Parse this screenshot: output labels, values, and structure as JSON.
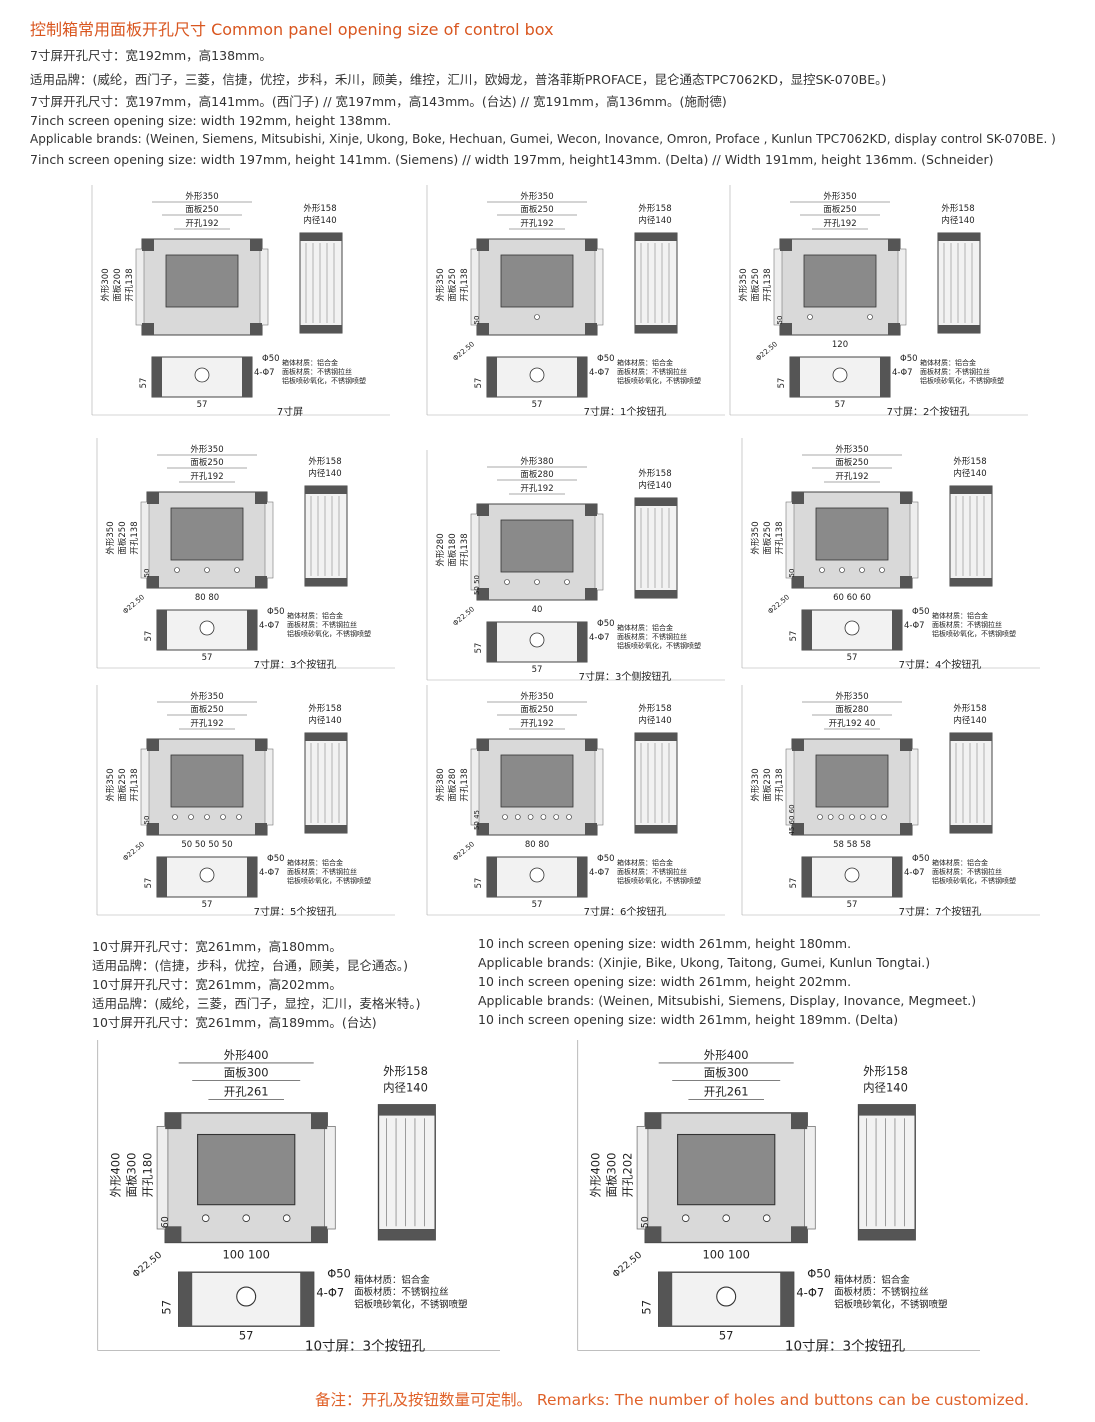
{
  "title": "控制箱常用面板开孔尺寸 Common panel opening size of control box",
  "intro_lines": [
    "7寸屏开孔尺寸：宽192mm，高138mm。",
    "适用品牌：(威纶，西门子，三菱，信捷，优控，步科，禾川，顾美，维控，汇川，欧姆龙，普洛菲斯PROFACE，昆仑通态TPC7062KD，显控SK-070BE。)",
    "7寸屏开孔尺寸：宽197mm，高141mm。(西门子) // 宽197mm，高143mm。(台达) // 宽191mm，高136mm。(施耐德)",
    "7inch screen opening size: width 192mm, height 138mm.",
    "Applicable brands: (Weinen, Siemens, Mitsubishi, Xinje, Ukong, Boke, Hechuan, Gumei, Wecon, Inovance, Omron, Proface , Kunlun TPC7062KD, display control SK-070BE. )",
    "7inch screen opening size: width 197mm, height 141mm. (Siemens) // width 197mm, height143mm. (Delta) // Width 191mm, height 136mm. (Schneider)"
  ],
  "cn10_lines": [
    "10寸屏开孔尺寸：宽261mm，高180mm。",
    "适用品牌：(信捷，步科，优控，台通，顾美，昆仑通态。)",
    "10寸屏开孔尺寸：宽261mm，高202mm。",
    "适用品牌：(威纶，三菱，西门子，显控，汇川，麦格米特。)",
    "10寸屏开孔尺寸：宽261mm，高189mm。(台达)"
  ],
  "en10_lines": [
    "10 inch screen opening size: width 261mm, height 180mm.",
    "Applicable brands: (Xinjie, Bike, Ukong, Taitong, Gumei, Kunlun Tongtai.)",
    "10 inch screen opening size: width 261mm, height 202mm.",
    "Applicable brands: (Weinen, Mitsubishi, Siemens, Display, Inovance, Megmeet.)",
    "10 inch screen opening size: width 261mm, height 189mm. (Delta)"
  ],
  "remark": "备注：开孔及按钮数量可定制。 Remarks: The number of holes and buttons can be customized.",
  "material_lines": [
    "箱体材质：铝合金",
    "面板材质：不锈钢拉丝",
    "铝板喷砂氧化，不锈钢喷塑"
  ],
  "figures": [
    {
      "caption": "7寸屏",
      "outer_w": "外形350",
      "panel_w": "面板250",
      "hole_w": "开孔192",
      "outer_h": "外形300",
      "panel_h": "面板200",
      "hole_h": "开孔138",
      "side_outer": "外形158",
      "side_inner": "内径140",
      "bottom_dims": "",
      "extra_dim": "",
      "phi": "Φ50",
      "screw": "4-Φ7",
      "bot_h": "57",
      "bot_w": "57",
      "phi_btn": "",
      "buttons": 0
    },
    {
      "caption": "7寸屏：1个按钮孔",
      "outer_w": "外形350",
      "panel_w": "面板250",
      "hole_w": "开孔192",
      "outer_h": "外形350",
      "panel_h": "面板250",
      "hole_h": "开孔138",
      "side_outer": "外形158",
      "side_inner": "内径140",
      "bottom_dims": "",
      "extra_dim": "50",
      "phi": "Φ50",
      "screw": "4-Φ7",
      "bot_h": "57",
      "bot_w": "57",
      "phi_btn": "Φ22.50",
      "buttons": 1
    },
    {
      "caption": "7寸屏：2个按钮孔",
      "outer_w": "外形350",
      "panel_w": "面板250",
      "hole_w": "开孔192",
      "outer_h": "外形350",
      "panel_h": "面板250",
      "hole_h": "开孔138",
      "side_outer": "外形158",
      "side_inner": "内径140",
      "bottom_dims": "120",
      "extra_dim": "50",
      "phi": "Φ50",
      "screw": "4-Φ7",
      "bot_h": "57",
      "bot_w": "57",
      "phi_btn": "Φ22.50",
      "buttons": 2
    },
    {
      "caption": "7寸屏：3个按钮孔",
      "outer_w": "外形350",
      "panel_w": "面板250",
      "hole_w": "开孔192",
      "outer_h": "外形350",
      "panel_h": "面板250",
      "hole_h": "开孔138",
      "side_outer": "外形158",
      "side_inner": "内径140",
      "bottom_dims": "80  80",
      "extra_dim": "50",
      "phi": "Φ50",
      "screw": "4-Φ7",
      "bot_h": "57",
      "bot_w": "57",
      "phi_btn": "Φ22.50",
      "buttons": 3
    },
    {
      "caption": "7寸屏：3个侧按钮孔",
      "outer_w": "外形380",
      "panel_w": "面板280",
      "hole_w": "开孔192",
      "outer_h": "外形280",
      "panel_h": "面板180",
      "hole_h": "开孔138",
      "side_outer": "外形158",
      "side_inner": "内径140",
      "bottom_dims": "40",
      "extra_dim": "50  50",
      "phi": "Φ50",
      "screw": "4-Φ7",
      "bot_h": "57",
      "bot_w": "57",
      "phi_btn": "Φ22.50",
      "buttons": 3
    },
    {
      "caption": "7寸屏：4个按钮孔",
      "outer_w": "外形350",
      "panel_w": "面板250",
      "hole_w": "开孔192",
      "outer_h": "外形350",
      "panel_h": "面板250",
      "hole_h": "开孔138",
      "side_outer": "外形158",
      "side_inner": "内径140",
      "bottom_dims": "60  60  60",
      "extra_dim": "50",
      "phi": "Φ50",
      "screw": "4-Φ7",
      "bot_h": "57",
      "bot_w": "57",
      "phi_btn": "Φ22.50",
      "buttons": 4
    },
    {
      "caption": "7寸屏：5个按钮孔",
      "outer_w": "外形350",
      "panel_w": "面板250",
      "hole_w": "开孔192",
      "outer_h": "外形350",
      "panel_h": "面板250",
      "hole_h": "开孔138",
      "side_outer": "外形158",
      "side_inner": "内径140",
      "bottom_dims": "50 50 50 50",
      "extra_dim": "50",
      "phi": "Φ50",
      "screw": "4-Φ7",
      "bot_h": "57",
      "bot_w": "57",
      "phi_btn": "Φ22.50",
      "buttons": 5
    },
    {
      "caption": "7寸屏：6个按钮孔",
      "outer_w": "外形350",
      "panel_w": "面板250",
      "hole_w": "开孔192",
      "outer_h": "外形380",
      "panel_h": "面板280",
      "hole_h": "开孔138",
      "side_outer": "外形158",
      "side_inner": "内径140",
      "bottom_dims": "80  80",
      "extra_dim": "50 45",
      "phi": "Φ50",
      "screw": "4-Φ7",
      "bot_h": "57",
      "bot_w": "57",
      "phi_btn": "Φ22.50",
      "buttons": 6
    },
    {
      "caption": "7寸屏：7个按钮孔",
      "outer_w": "外形350",
      "panel_w": "面板280",
      "hole_w": "开孔192  40",
      "outer_h": "外形330",
      "panel_h": "面板230",
      "hole_h": "开孔138",
      "side_outer": "外形158",
      "side_inner": "内径140",
      "bottom_dims": "58  58  58",
      "extra_dim": "45  60 60",
      "phi": "Φ50",
      "screw": "4-Φ7",
      "bot_h": "57",
      "bot_w": "57",
      "phi_btn": "",
      "buttons": 7
    },
    {
      "caption": "10寸屏：3个按钮孔",
      "outer_w": "外形400",
      "panel_w": "面板300",
      "hole_w": "开孔261",
      "outer_h": "外形400",
      "panel_h": "面板300",
      "hole_h": "开孔180",
      "side_outer": "外形158",
      "side_inner": "内径140",
      "bottom_dims": "100  100",
      "extra_dim": "60",
      "phi": "Φ50",
      "screw": "4-Φ7",
      "bot_h": "57",
      "bot_w": "57",
      "phi_btn": "Φ22.50",
      "buttons": 3
    },
    {
      "caption": "10寸屏：3个按钮孔",
      "outer_w": "外形400",
      "panel_w": "面板300",
      "hole_w": "开孔261",
      "outer_h": "外形400",
      "panel_h": "面板300",
      "hole_h": "开孔202",
      "side_outer": "外形158",
      "side_inner": "内径140",
      "bottom_dims": "100  100",
      "extra_dim": "50",
      "phi": "Φ50",
      "screw": "4-Φ7",
      "bot_h": "57",
      "bot_w": "57",
      "phi_btn": "Φ22.50",
      "buttons": 3
    }
  ]
}
